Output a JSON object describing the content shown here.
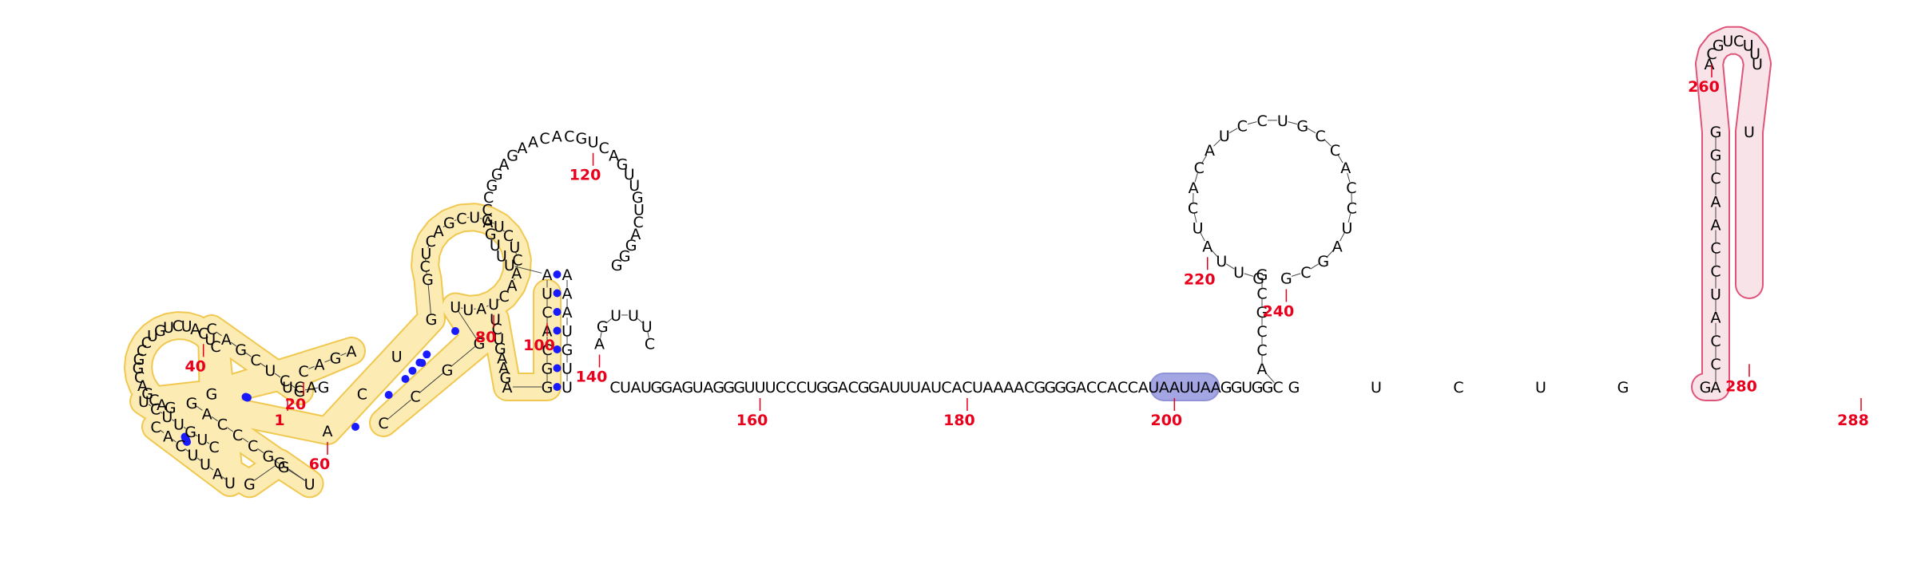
{
  "diagram": {
    "type": "rna-secondary-structure",
    "length": 288,
    "sequence": "UCAGGCUCGACCUGUUCUGCAGAGACGACGGCCUGUCUACUCUAUUCACGGUGGCCCAGACUGGCUCAGCUGUCUCAACUAUUGGCCUCUGAAGAGGCACUAUUUGACCGGAGAACACGUCAGUUGUCAGGGAAAUGUUAGUUUCCUAUGGAGUAGGGUUUCCCUGGACGGAUUUAUCACUAAAACGGGGACCACCAUAAUUAAGGUGGCACCGCGGUUAUCACAUCCUGCCACCUAGCGGUCUGGACCAUCCAACGGACGUCUUUU",
    "shown_number_labels": [
      "1",
      "20",
      "40",
      "60",
      "80",
      "100",
      "120",
      "140",
      "160",
      "180",
      "200",
      "220",
      "240",
      "260",
      "280",
      "288"
    ],
    "pairs": [
      [
        5,
        59
      ],
      [
        6,
        58
      ],
      [
        7,
        57
      ],
      [
        8,
        56
      ],
      [
        9,
        55
      ],
      [
        10,
        54
      ],
      [
        11,
        53
      ],
      [
        12,
        49
      ],
      [
        13,
        48
      ],
      [
        14,
        47
      ],
      [
        15,
        46
      ],
      [
        16,
        45
      ],
      [
        17,
        44
      ],
      [
        18,
        43
      ],
      [
        20,
        95
      ],
      [
        21,
        94
      ],
      [
        22,
        93
      ],
      [
        23,
        92
      ],
      [
        60,
        87
      ],
      [
        61,
        86
      ],
      [
        62,
        85
      ],
      [
        63,
        84
      ],
      [
        96,
        139
      ],
      [
        97,
        138
      ],
      [
        98,
        137
      ],
      [
        99,
        136
      ],
      [
        100,
        135
      ],
      [
        101,
        134
      ],
      [
        102,
        133
      ]
    ],
    "highlights": [
      {
        "name": "yellow-region",
        "start": 5,
        "end": 101,
        "color": "#fcecb4",
        "stroke": "#f0c850"
      },
      {
        "name": "blue-region",
        "start": 199,
        "end": 203,
        "color": "#a3a6e3",
        "stroke": "#8f92d6"
      },
      {
        "name": "pink-region",
        "start": 246,
        "end": 276,
        "color": "#f8e4e8",
        "stroke": "#e0547a"
      }
    ]
  },
  "colors": {
    "base_pair_dot": "#1a1aff",
    "number_label": "#e8001c",
    "nucleotide_text": "#000000",
    "backbone_tick": "#444444"
  }
}
